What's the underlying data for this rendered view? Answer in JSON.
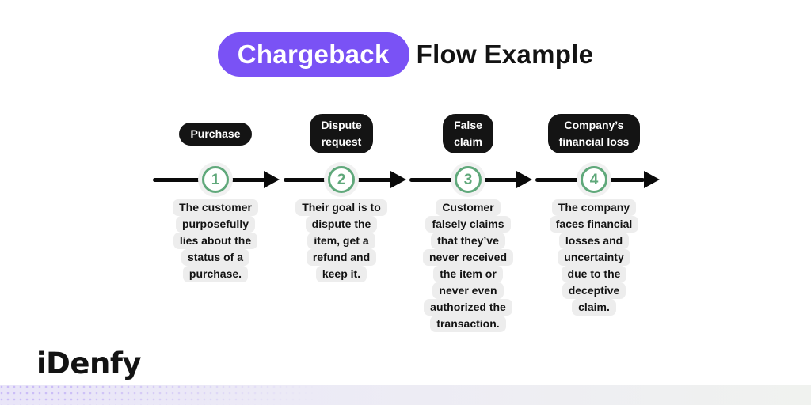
{
  "title": {
    "highlight": "Chargeback",
    "rest": "Flow Example"
  },
  "steps": [
    {
      "number": "1",
      "label_lines": [
        "Purchase"
      ],
      "description_lines": [
        "The customer",
        "purposefully",
        "lies about the",
        "status of a",
        "purchase."
      ]
    },
    {
      "number": "2",
      "label_lines": [
        "Dispute",
        "request"
      ],
      "description_lines": [
        "Their goal is to",
        "dispute the",
        "item, get a",
        "refund and",
        "keep it."
      ]
    },
    {
      "number": "3",
      "label_lines": [
        "False",
        "claim"
      ],
      "description_lines": [
        "Customer",
        "falsely claims",
        "that they’ve",
        "never received",
        "the item or",
        "never even",
        "authorized the",
        "transaction."
      ]
    },
    {
      "number": "4",
      "label_lines": [
        "Company’s",
        "financial loss"
      ],
      "description_lines": [
        "The company",
        "faces financial",
        "losses and",
        "uncertainty",
        "due to the",
        "deceptive",
        "claim."
      ]
    }
  ],
  "logo": "iDenfy",
  "colors": {
    "accent_purple": "#7A52F5",
    "step_green": "#5FA87A",
    "pill_black": "#141414",
    "description_bg": "#EDEDED",
    "footer_left": "#E9E5F8",
    "footer_right": "#F0F2EF",
    "text_black": "#131313"
  }
}
